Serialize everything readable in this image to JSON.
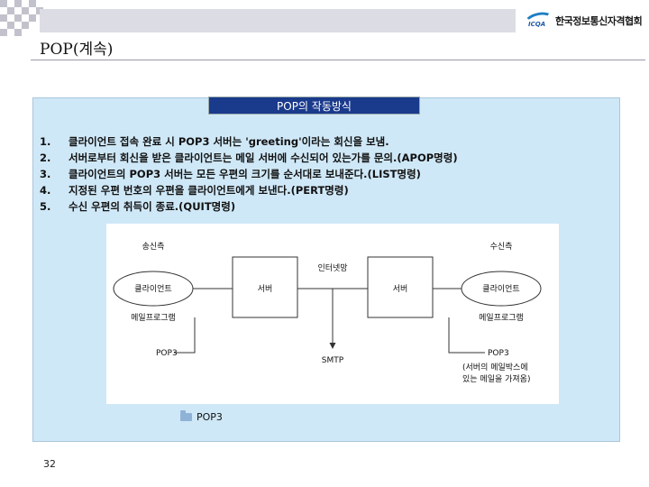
{
  "header": {
    "logo_mark": "ICQA",
    "logo_text": "한국정보통신자격협회"
  },
  "slide": {
    "title": "POP(계속)",
    "panel_title": "POP의 작동방식",
    "steps": [
      {
        "num": "1.",
        "text": "클라이언트 접속 완료 시 POP3 서버는 'greeting'이라는 회신을 보냄."
      },
      {
        "num": "2.",
        "text": "서버로부터 회신을 받은 클라이언트는 메일 서버에 수신되어 있는가를 문의.(APOP명령)"
      },
      {
        "num": "3.",
        "text": "클라이언트의 POP3 서버는 모든 우편의 크기를 순서대로 보내준다.(LIST명령)"
      },
      {
        "num": "4.",
        "text": "지정된 우편 번호의 우편을 클라이언트에게 보낸다.(PERT명령)"
      },
      {
        "num": "5.",
        "text": "수신 우편의 취득이 종료.(QUIT명령)"
      }
    ],
    "caption": "POP3",
    "page_number": "32"
  },
  "diagram": {
    "sender_label": "송신측",
    "receiver_label": "수신측",
    "internet_label": "인터넷망",
    "client_left": "클라이언트",
    "client_right": "클라이언트",
    "server_left": "서버",
    "server_right": "서버",
    "mail_program_left": "메일프로그램",
    "mail_program_right": "메일프로그램",
    "pop3_left": "POP3",
    "pop3_right": "POP3",
    "smtp": "SMTP",
    "note_line1": "(서버의 메일박스에",
    "note_line2": "있는 메일을 가져옴)"
  },
  "colors": {
    "panel_bg": "#cfe8f7",
    "panel_title_bg": "#1a3a8c",
    "box_fill": "#ffffff",
    "line": "#333333"
  }
}
